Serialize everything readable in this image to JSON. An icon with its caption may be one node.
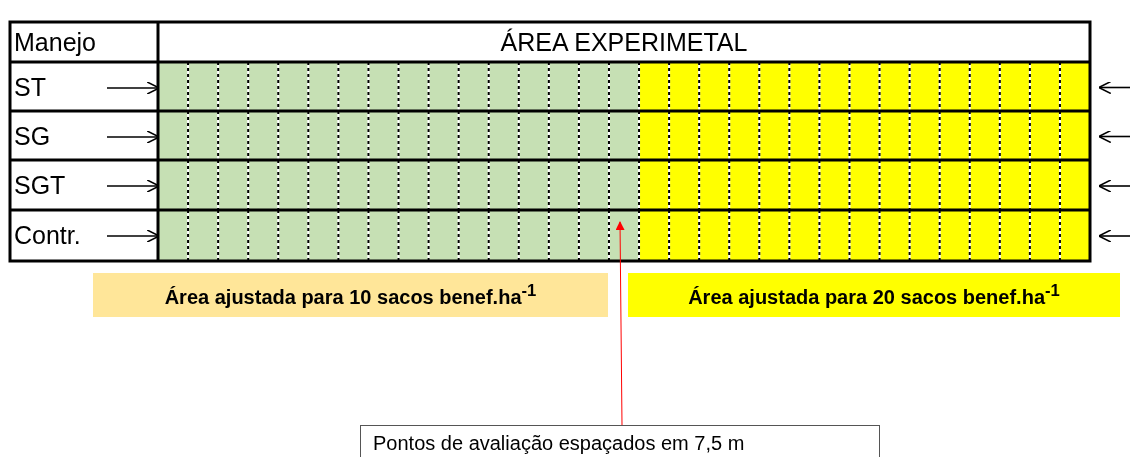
{
  "diagram": {
    "nodes": [
      {
        "text": [
          "Manejo"
        ]
      },
      {
        "text": [
          "ÁREA EXPERIMETAL"
        ]
      },
      {
        "text": [
          "ST"
        ]
      },
      {
        "text": [
          "SG"
        ]
      },
      {
        "text": [
          "SGT"
        ]
      },
      {
        "text": [
          "Contr."
        ]
      },
      {
        "text": [],
        "shape": "bar"
      },
      {
        "text": [],
        "shape": "bar"
      },
      {
        "text": [],
        "shape": "bar"
      },
      {
        "text": [],
        "shape": "bar"
      },
      {
        "text": [
          "Área ajustada para 10 sacos benef.ha$^{-1}$"
        ]
      },
      {
        "text": [
          "Área ajustada para 20 sacos benef.ha$^{-1}$"
        ]
      },
      {
        "text": [
          "Pontos de avaliação espaçados em 7,5 m"
        ]
      }
    ],
    "edges": [
      {
        "from": 2,
        "to": 6,
        "arrow": "to"
      },
      {
        "from": 3,
        "to": 7,
        "arrow": "to"
      },
      {
        "from": 4,
        "to": 8,
        "arrow": "to"
      },
      {
        "from": 5,
        "to": 9,
        "arrow": "to"
      },
      {
        "from": null,
        "to": 6,
        "arrow": "to"
      },
      {
        "from": null,
        "to": 7,
        "arrow": "to"
      },
      {
        "from": null,
        "to": 8,
        "arrow": "to"
      },
      {
        "from": null,
        "to": 9,
        "arrow": "to"
      },
      {
        "from": 12,
        "to": 9,
        "arrow": "to",
        "color": "#ff0000"
      }
    ]
  }
}
